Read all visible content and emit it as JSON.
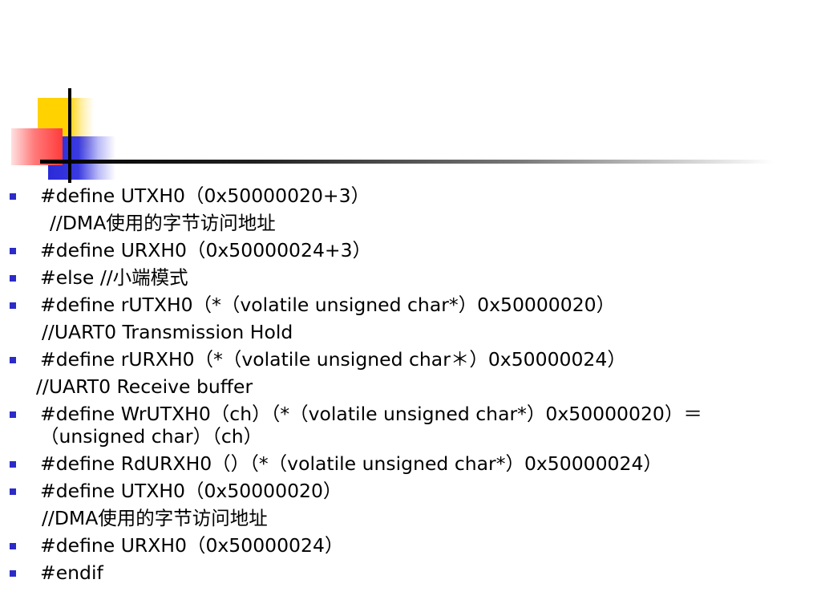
{
  "slide": {
    "lines": [
      {
        "bullet": true,
        "text": "#define UTXH0（0x50000020+3）"
      },
      {
        "bullet": false,
        "text": "//DMA使用的字节访问地址"
      },
      {
        "bullet": true,
        "text": "#define URXH0（0x50000024+3）"
      },
      {
        "bullet": true,
        "text": "#else //小端模式"
      },
      {
        "bullet": true,
        "text": "#define rUTXH0（*（volatile unsigned char*）0x50000020）"
      },
      {
        "bullet": false,
        "text": "//UART0 Transmission Hold"
      },
      {
        "bullet": true,
        "text": "#define rURXH0（*（volatile unsigned char＊）0x50000024）"
      },
      {
        "bullet": false,
        "text": "//UART0 Receive buffer"
      },
      {
        "bullet": true,
        "text": "#define WrUTXH0（ch）（*（volatile unsigned char*）0x50000020）＝"
      },
      {
        "bullet": false,
        "text": "（unsigned char）（ch）"
      },
      {
        "bullet": true,
        "text": "#define RdURXH0（）（*（volatile unsigned char*）0x50000024）"
      },
      {
        "bullet": true,
        "text": "#define UTXH0（0x50000020）"
      },
      {
        "bullet": false,
        "text": "//DMA使用的字节访问地址"
      },
      {
        "bullet": true,
        "text": "#define URXH0（0x50000024）"
      },
      {
        "bullet": true,
        "text": "#endif"
      }
    ]
  },
  "colors": {
    "bullet": "#2b2bc8",
    "deco_yellow": "#ffd200",
    "deco_blue": "#2a2ad8",
    "deco_red": "#ff3b3b"
  }
}
